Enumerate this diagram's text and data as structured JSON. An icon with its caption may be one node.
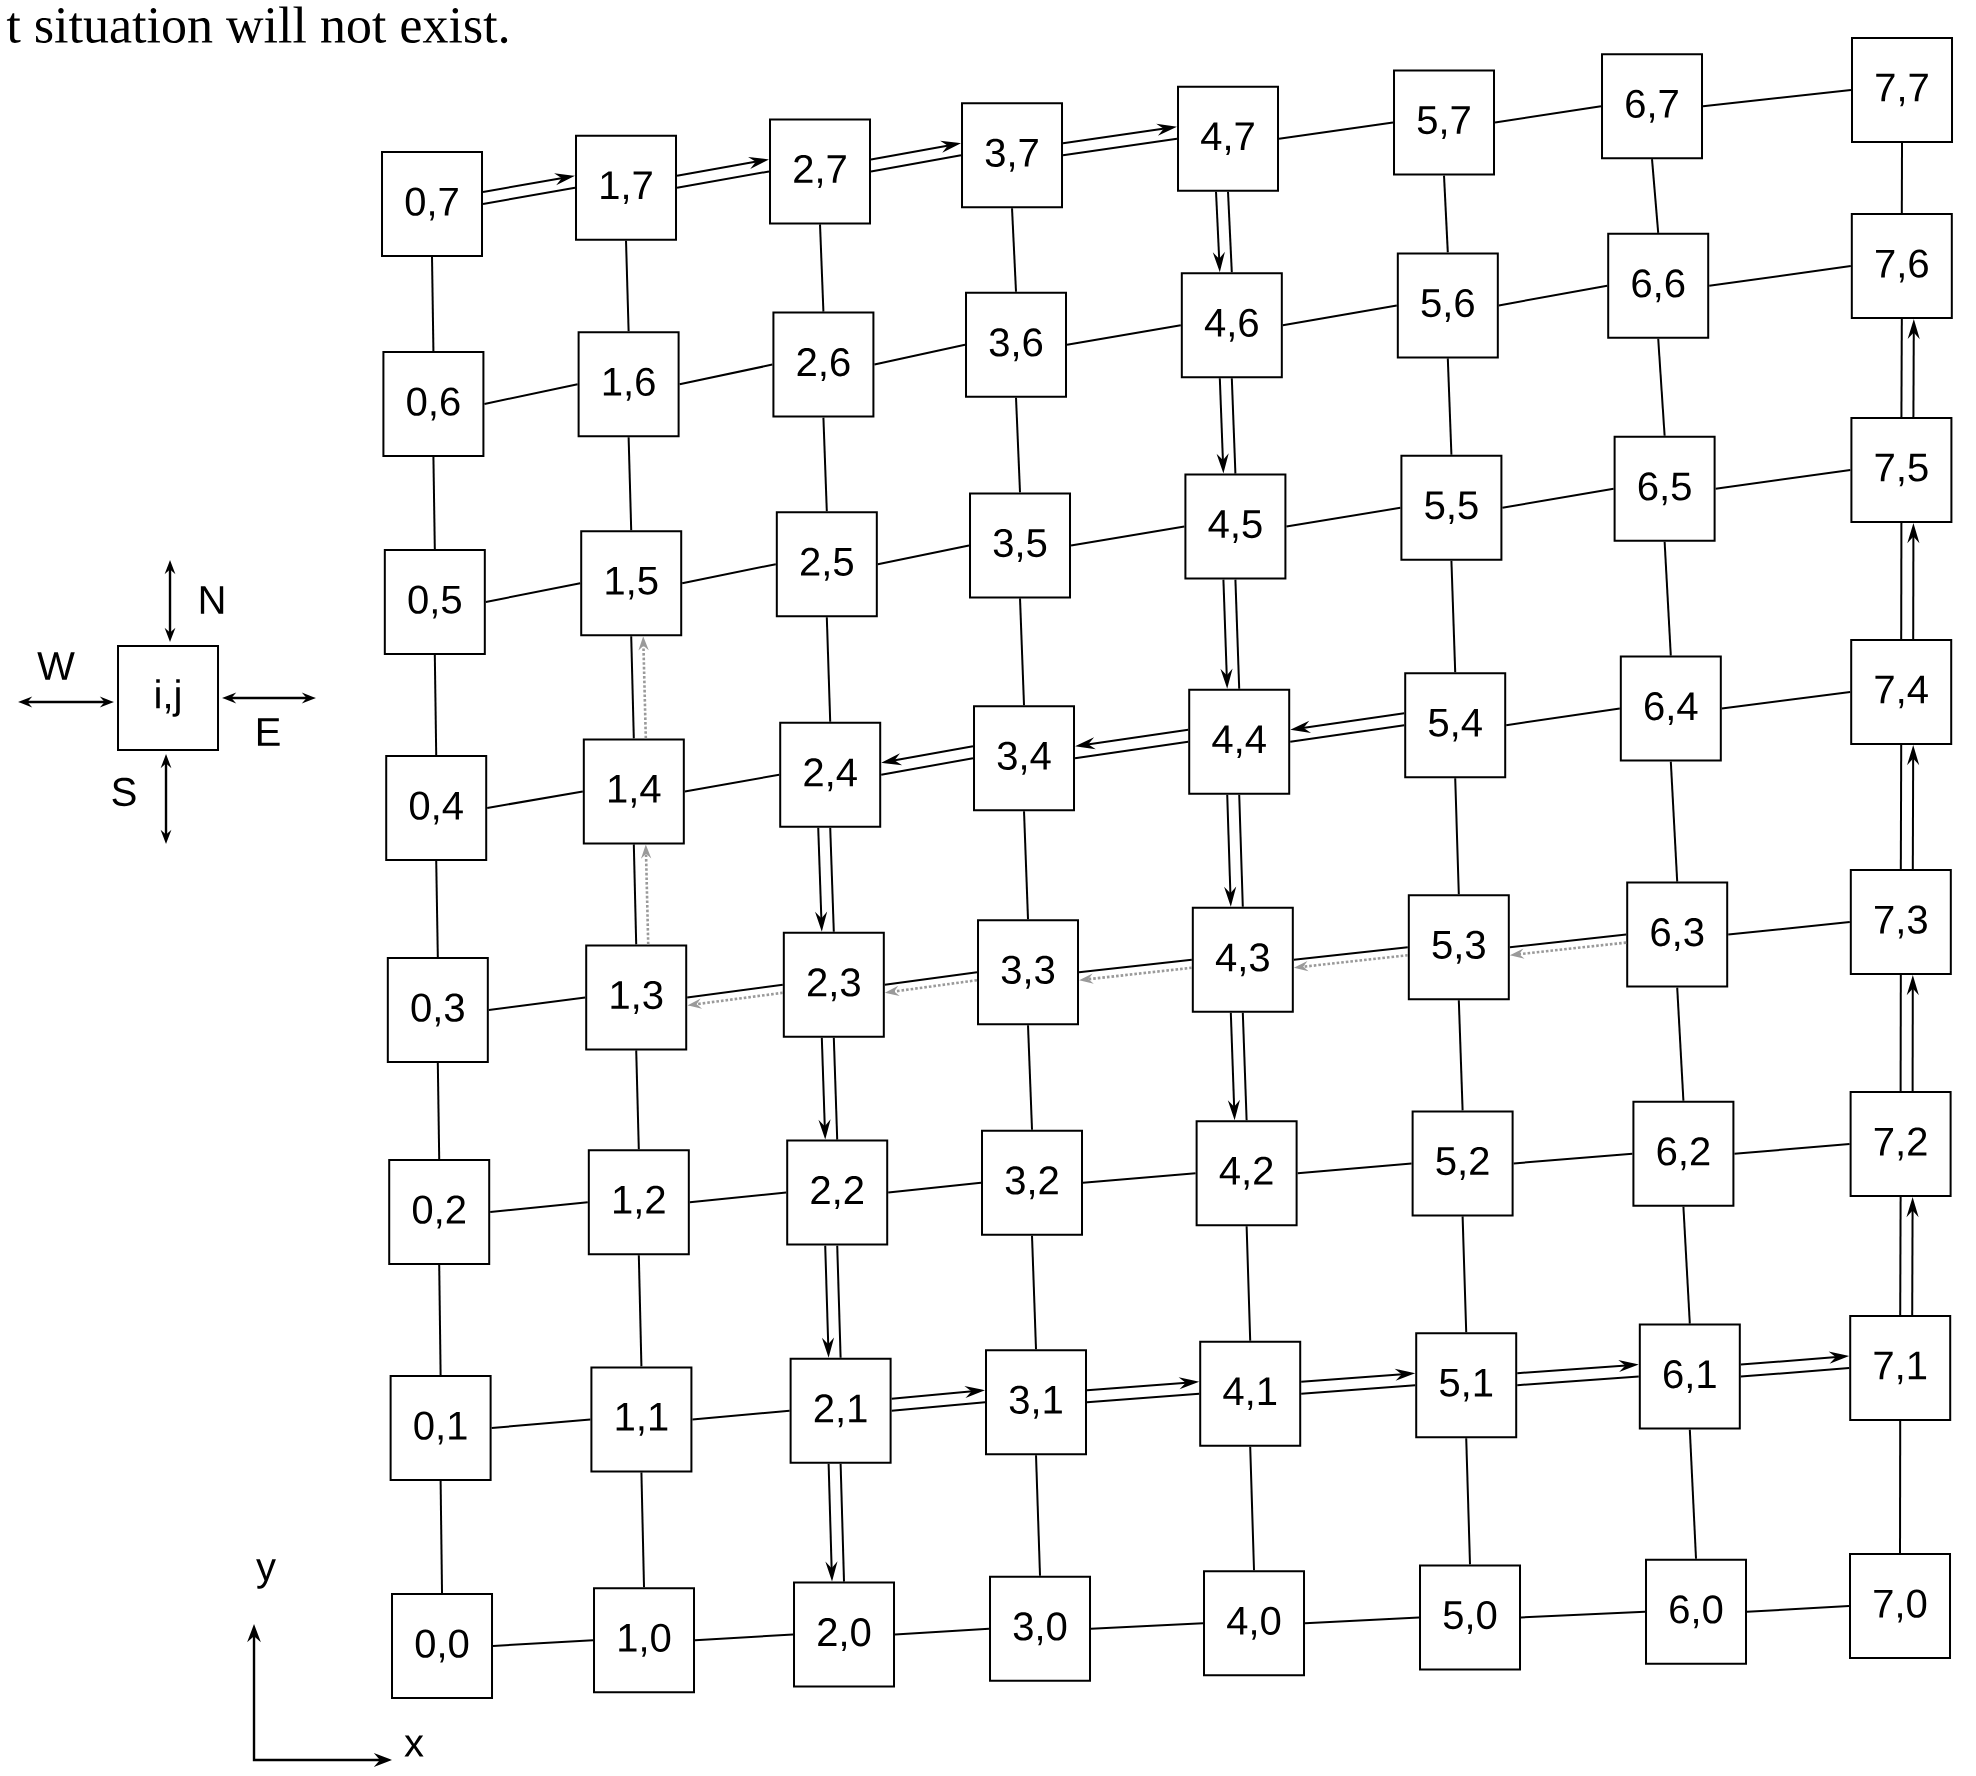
{
  "diagram": {
    "nodes": [
      {
        "text": [
          "0,7"
        ]
      },
      {
        "text": [
          "1,7"
        ]
      },
      {
        "text": [
          "2,7"
        ]
      },
      {
        "text": [
          "3,7"
        ]
      },
      {
        "text": [
          "4,7"
        ]
      },
      {
        "text": [
          "5,7"
        ]
      },
      {
        "text": [
          "6,7"
        ]
      },
      {
        "text": [
          "7,7"
        ]
      },
      {
        "text": [
          "0,6"
        ]
      },
      {
        "text": [
          "1,6"
        ]
      },
      {
        "text": [
          "2,6"
        ]
      },
      {
        "text": [
          "3,6"
        ]
      },
      {
        "text": [
          "4,6"
        ]
      },
      {
        "text": [
          "5,6"
        ]
      },
      {
        "text": [
          "6,6"
        ]
      },
      {
        "text": [
          "7,6"
        ]
      },
      {
        "text": [
          "0,5"
        ]
      },
      {
        "text": [
          "1,5"
        ]
      },
      {
        "text": [
          "2,5"
        ]
      },
      {
        "text": [
          "3,5"
        ]
      },
      {
        "text": [
          "4,5"
        ]
      },
      {
        "text": [
          "5,5"
        ]
      },
      {
        "text": [
          "6,5"
        ]
      },
      {
        "text": [
          "7,5"
        ]
      },
      {
        "text": [
          "i,j"
        ]
      },
      {
        "text": [
          "0,4"
        ]
      },
      {
        "text": [
          "1,4"
        ]
      },
      {
        "text": [
          "2,4"
        ]
      },
      {
        "text": [
          "3,4"
        ]
      },
      {
        "text": [
          "4,4"
        ]
      },
      {
        "text": [
          "5,4"
        ]
      },
      {
        "text": [
          "6,4"
        ]
      },
      {
        "text": [
          "7,4"
        ]
      },
      {
        "text": [
          "0,3"
        ]
      },
      {
        "text": [
          "1,3"
        ]
      },
      {
        "text": [
          "2,3"
        ]
      },
      {
        "text": [
          "3,3"
        ]
      },
      {
        "text": [
          "4,3"
        ]
      },
      {
        "text": [
          "5,3"
        ]
      },
      {
        "text": [
          "6,3"
        ]
      },
      {
        "text": [
          "7,3"
        ]
      },
      {
        "text": [
          "0,2"
        ]
      },
      {
        "text": [
          "1,2"
        ]
      },
      {
        "text": [
          "2,2"
        ]
      },
      {
        "text": [
          "3,2"
        ]
      },
      {
        "text": [
          "4,2"
        ]
      },
      {
        "text": [
          "5,2"
        ]
      },
      {
        "text": [
          "6,2"
        ]
      },
      {
        "text": [
          "7,2"
        ]
      },
      {
        "text": [
          "0,1"
        ]
      },
      {
        "text": [
          "1,1"
        ]
      },
      {
        "text": [
          "2,1"
        ]
      },
      {
        "text": [
          "3,1"
        ]
      },
      {
        "text": [
          "4,1"
        ]
      },
      {
        "text": [
          "5,1"
        ]
      },
      {
        "text": [
          "6,1"
        ]
      },
      {
        "text": [
          "7,1"
        ]
      },
      {
        "text": [
          "0,0"
        ]
      },
      {
        "text": [
          "1,0"
        ]
      },
      {
        "text": [
          "2,0"
        ]
      },
      {
        "text": [
          "3,0"
        ]
      },
      {
        "text": [
          "4,0"
        ]
      },
      {
        "text": [
          "5,0"
        ]
      },
      {
        "text": [
          "6,0"
        ]
      },
      {
        "text": [
          "7,0"
        ]
      }
    ],
    "edges": [
      {
        "from": 0,
        "to": 1,
        "arrow": "none"
      },
      {
        "from": 1,
        "to": 2,
        "arrow": "none"
      },
      {
        "from": 2,
        "to": 3,
        "arrow": "none"
      },
      {
        "from": 3,
        "to": 4,
        "arrow": "none"
      },
      {
        "from": 4,
        "to": 5,
        "arrow": "none"
      },
      {
        "from": 5,
        "to": 6,
        "arrow": "none"
      },
      {
        "from": 6,
        "to": 7,
        "arrow": "none"
      },
      {
        "from": 8,
        "to": 9,
        "arrow": "none"
      },
      {
        "from": 9,
        "to": 10,
        "arrow": "none"
      },
      {
        "from": 10,
        "to": 11,
        "arrow": "none"
      },
      {
        "from": 11,
        "to": 12,
        "arrow": "none"
      },
      {
        "from": 12,
        "to": 13,
        "arrow": "none"
      },
      {
        "from": 13,
        "to": 14,
        "arrow": "none"
      },
      {
        "from": 14,
        "to": 15,
        "arrow": "none"
      },
      {
        "from": 16,
        "to": 17,
        "arrow": "none"
      },
      {
        "from": 17,
        "to": 18,
        "arrow": "none"
      },
      {
        "from": 18,
        "to": 19,
        "arrow": "none"
      },
      {
        "from": 19,
        "to": 20,
        "arrow": "none"
      },
      {
        "from": 20,
        "to": 21,
        "arrow": "none"
      },
      {
        "from": 21,
        "to": 22,
        "arrow": "none"
      },
      {
        "from": 22,
        "to": 23,
        "arrow": "none"
      },
      {
        "from": 25,
        "to": 26,
        "arrow": "none"
      },
      {
        "from": 26,
        "to": 27,
        "arrow": "none"
      },
      {
        "from": 27,
        "to": 28,
        "arrow": "none"
      },
      {
        "from": 28,
        "to": 29,
        "arrow": "none"
      },
      {
        "from": 29,
        "to": 30,
        "arrow": "none"
      },
      {
        "from": 30,
        "to": 31,
        "arrow": "none"
      },
      {
        "from": 31,
        "to": 32,
        "arrow": "none"
      },
      {
        "from": 33,
        "to": 34,
        "arrow": "none"
      },
      {
        "from": 34,
        "to": 35,
        "arrow": "none"
      },
      {
        "from": 35,
        "to": 36,
        "arrow": "none"
      },
      {
        "from": 36,
        "to": 37,
        "arrow": "none"
      },
      {
        "from": 37,
        "to": 38,
        "arrow": "none"
      },
      {
        "from": 38,
        "to": 39,
        "arrow": "none"
      },
      {
        "from": 39,
        "to": 40,
        "arrow": "none"
      },
      {
        "from": 41,
        "to": 42,
        "arrow": "none"
      },
      {
        "from": 42,
        "to": 43,
        "arrow": "none"
      },
      {
        "from": 43,
        "to": 44,
        "arrow": "none"
      },
      {
        "from": 44,
        "to": 45,
        "arrow": "none"
      },
      {
        "from": 45,
        "to": 46,
        "arrow": "none"
      },
      {
        "from": 46,
        "to": 47,
        "arrow": "none"
      },
      {
        "from": 47,
        "to": 48,
        "arrow": "none"
      },
      {
        "from": 49,
        "to": 50,
        "arrow": "none"
      },
      {
        "from": 50,
        "to": 51,
        "arrow": "none"
      },
      {
        "from": 51,
        "to": 52,
        "arrow": "none"
      },
      {
        "from": 52,
        "to": 53,
        "arrow": "none"
      },
      {
        "from": 53,
        "to": 54,
        "arrow": "none"
      },
      {
        "from": 54,
        "to": 55,
        "arrow": "none"
      },
      {
        "from": 55,
        "to": 56,
        "arrow": "none"
      },
      {
        "from": 57,
        "to": 58,
        "arrow": "none"
      },
      {
        "from": 58,
        "to": 59,
        "arrow": "none"
      },
      {
        "from": 59,
        "to": 60,
        "arrow": "none"
      },
      {
        "from": 60,
        "to": 61,
        "arrow": "none"
      },
      {
        "from": 61,
        "to": 62,
        "arrow": "none"
      },
      {
        "from": 62,
        "to": 63,
        "arrow": "none"
      },
      {
        "from": 63,
        "to": 64,
        "arrow": "none"
      },
      {
        "from": 0,
        "to": 8,
        "arrow": "none"
      },
      {
        "from": 8,
        "to": 16,
        "arrow": "none"
      },
      {
        "from": 16,
        "to": 25,
        "arrow": "none"
      },
      {
        "from": 25,
        "to": 33,
        "arrow": "none"
      },
      {
        "from": 33,
        "to": 41,
        "arrow": "none"
      },
      {
        "from": 41,
        "to": 49,
        "arrow": "none"
      },
      {
        "from": 49,
        "to": 57,
        "arrow": "none"
      },
      {
        "from": 1,
        "to": 9,
        "arrow": "none"
      },
      {
        "from": 9,
        "to": 17,
        "arrow": "none"
      },
      {
        "from": 17,
        "to": 26,
        "arrow": "none"
      },
      {
        "from": 26,
        "to": 34,
        "arrow": "none"
      },
      {
        "from": 34,
        "to": 42,
        "arrow": "none"
      },
      {
        "from": 42,
        "to": 50,
        "arrow": "none"
      },
      {
        "from": 50,
        "to": 58,
        "arrow": "none"
      },
      {
        "from": 2,
        "to": 10,
        "arrow": "none"
      },
      {
        "from": 10,
        "to": 18,
        "arrow": "none"
      },
      {
        "from": 18,
        "to": 27,
        "arrow": "none"
      },
      {
        "from": 27,
        "to": 35,
        "arrow": "none"
      },
      {
        "from": 35,
        "to": 43,
        "arrow": "none"
      },
      {
        "from": 43,
        "to": 51,
        "arrow": "none"
      },
      {
        "from": 51,
        "to": 59,
        "arrow": "none"
      },
      {
        "from": 3,
        "to": 11,
        "arrow": "none"
      },
      {
        "from": 11,
        "to": 19,
        "arrow": "none"
      },
      {
        "from": 19,
        "to": 28,
        "arrow": "none"
      },
      {
        "from": 28,
        "to": 36,
        "arrow": "none"
      },
      {
        "from": 36,
        "to": 44,
        "arrow": "none"
      },
      {
        "from": 44,
        "to": 52,
        "arrow": "none"
      },
      {
        "from": 52,
        "to": 60,
        "arrow": "none"
      },
      {
        "from": 4,
        "to": 12,
        "arrow": "none"
      },
      {
        "from": 12,
        "to": 20,
        "arrow": "none"
      },
      {
        "from": 20,
        "to": 29,
        "arrow": "none"
      },
      {
        "from": 29,
        "to": 37,
        "arrow": "none"
      },
      {
        "from": 37,
        "to": 45,
        "arrow": "none"
      },
      {
        "from": 45,
        "to": 53,
        "arrow": "none"
      },
      {
        "from": 53,
        "to": 61,
        "arrow": "none"
      },
      {
        "from": 5,
        "to": 13,
        "arrow": "none"
      },
      {
        "from": 13,
        "to": 21,
        "arrow": "none"
      },
      {
        "from": 21,
        "to": 30,
        "arrow": "none"
      },
      {
        "from": 30,
        "to": 38,
        "arrow": "none"
      },
      {
        "from": 38,
        "to": 46,
        "arrow": "none"
      },
      {
        "from": 46,
        "to": 54,
        "arrow": "none"
      },
      {
        "from": 54,
        "to": 62,
        "arrow": "none"
      },
      {
        "from": 6,
        "to": 14,
        "arrow": "none"
      },
      {
        "from": 14,
        "to": 22,
        "arrow": "none"
      },
      {
        "from": 22,
        "to": 31,
        "arrow": "none"
      },
      {
        "from": 31,
        "to": 39,
        "arrow": "none"
      },
      {
        "from": 39,
        "to": 47,
        "arrow": "none"
      },
      {
        "from": 47,
        "to": 55,
        "arrow": "none"
      },
      {
        "from": 55,
        "to": 63,
        "arrow": "none"
      },
      {
        "from": 7,
        "to": 15,
        "arrow": "none"
      },
      {
        "from": 15,
        "to": 23,
        "arrow": "none"
      },
      {
        "from": 23,
        "to": 32,
        "arrow": "none"
      },
      {
        "from": 32,
        "to": 40,
        "arrow": "none"
      },
      {
        "from": 40,
        "to": 48,
        "arrow": "none"
      },
      {
        "from": 48,
        "to": 56,
        "arrow": "none"
      },
      {
        "from": 56,
        "to": 64,
        "arrow": "none"
      },
      {
        "from": 0,
        "to": 1,
        "arrow": "to"
      },
      {
        "from": 1,
        "to": 2,
        "arrow": "to"
      },
      {
        "from": 2,
        "to": 3,
        "arrow": "to"
      },
      {
        "from": 3,
        "to": 4,
        "arrow": "to"
      },
      {
        "from": 4,
        "to": 12,
        "arrow": "to"
      },
      {
        "from": 12,
        "to": 20,
        "arrow": "to"
      },
      {
        "from": 20,
        "to": 29,
        "arrow": "to"
      },
      {
        "from": 29,
        "to": 37,
        "arrow": "to"
      },
      {
        "from": 37,
        "to": 45,
        "arrow": "to"
      },
      {
        "from": 56,
        "to": 48,
        "arrow": "to"
      },
      {
        "from": 48,
        "to": 40,
        "arrow": "to"
      },
      {
        "from": 40,
        "to": 32,
        "arrow": "to"
      },
      {
        "from": 32,
        "to": 23,
        "arrow": "to"
      },
      {
        "from": 23,
        "to": 15,
        "arrow": "to"
      },
      {
        "from": 30,
        "to": 29,
        "arrow": "to"
      },
      {
        "from": 29,
        "to": 28,
        "arrow": "to"
      },
      {
        "from": 28,
        "to": 27,
        "arrow": "to"
      },
      {
        "from": 27,
        "to": 35,
        "arrow": "to"
      },
      {
        "from": 35,
        "to": 43,
        "arrow": "to"
      },
      {
        "from": 43,
        "to": 51,
        "arrow": "to"
      },
      {
        "from": 51,
        "to": 59,
        "arrow": "to"
      },
      {
        "from": 51,
        "to": 52,
        "arrow": "to"
      },
      {
        "from": 52,
        "to": 53,
        "arrow": "to"
      },
      {
        "from": 53,
        "to": 54,
        "arrow": "to"
      },
      {
        "from": 54,
        "to": 55,
        "arrow": "to"
      },
      {
        "from": 55,
        "to": 56,
        "arrow": "to"
      },
      {
        "from": 39,
        "to": 38,
        "arrow": "to",
        "style": "dashed",
        "color": "#9a9a9a"
      },
      {
        "from": 38,
        "to": 37,
        "arrow": "to",
        "style": "dashed",
        "color": "#9a9a9a"
      },
      {
        "from": 37,
        "to": 36,
        "arrow": "to",
        "style": "dashed",
        "color": "#9a9a9a"
      },
      {
        "from": 36,
        "to": 35,
        "arrow": "to",
        "style": "dashed",
        "color": "#9a9a9a"
      },
      {
        "from": 35,
        "to": 34,
        "arrow": "to",
        "style": "dashed",
        "color": "#9a9a9a"
      },
      {
        "from": 34,
        "to": 26,
        "arrow": "to",
        "style": "dashed",
        "color": "#9a9a9a"
      },
      {
        "from": 26,
        "to": 17,
        "arrow": "to",
        "style": "dashed",
        "color": "#9a9a9a"
      }
    ],
    "labels": [
      "t situation will not exist.",
      "N",
      "W",
      "E",
      "S",
      "y",
      "x"
    ]
  }
}
